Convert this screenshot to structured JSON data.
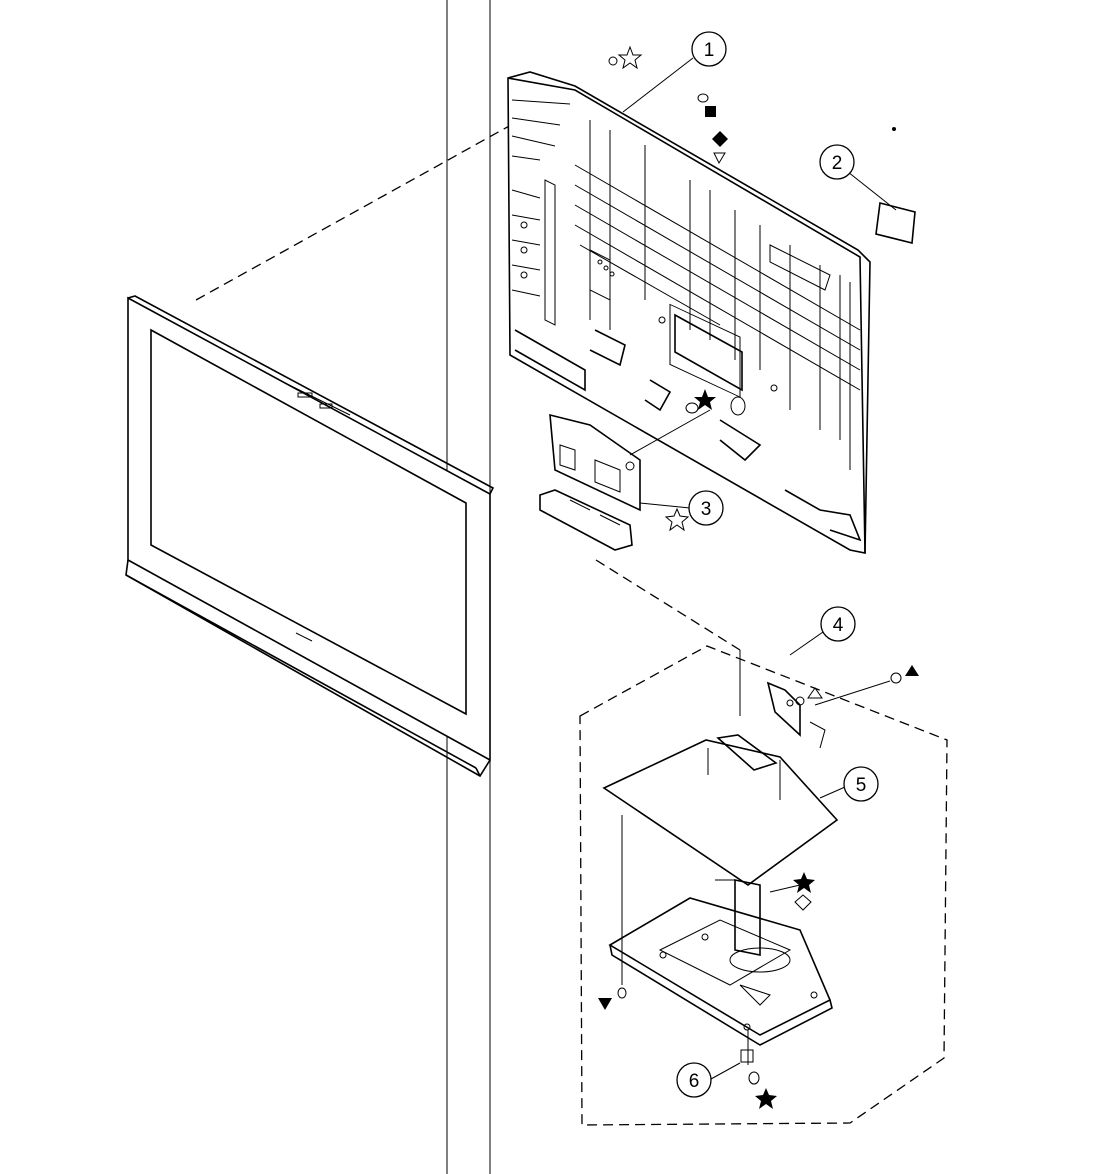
{
  "callouts": [
    {
      "id": "1",
      "label": "1"
    },
    {
      "id": "2",
      "label": "2"
    },
    {
      "id": "3",
      "label": "3"
    },
    {
      "id": "4",
      "label": "4"
    },
    {
      "id": "5",
      "label": "5"
    },
    {
      "id": "6",
      "label": "6"
    }
  ],
  "symbols": [
    "open-star-icon",
    "filled-square-icon",
    "filled-diamond-icon",
    "open-triangle-down-icon",
    "filled-star-icon",
    "open-triangle-up-icon",
    "filled-triangle-up-icon",
    "open-circle-icon",
    "open-diamond-icon",
    "filled-triangle-down-icon"
  ]
}
